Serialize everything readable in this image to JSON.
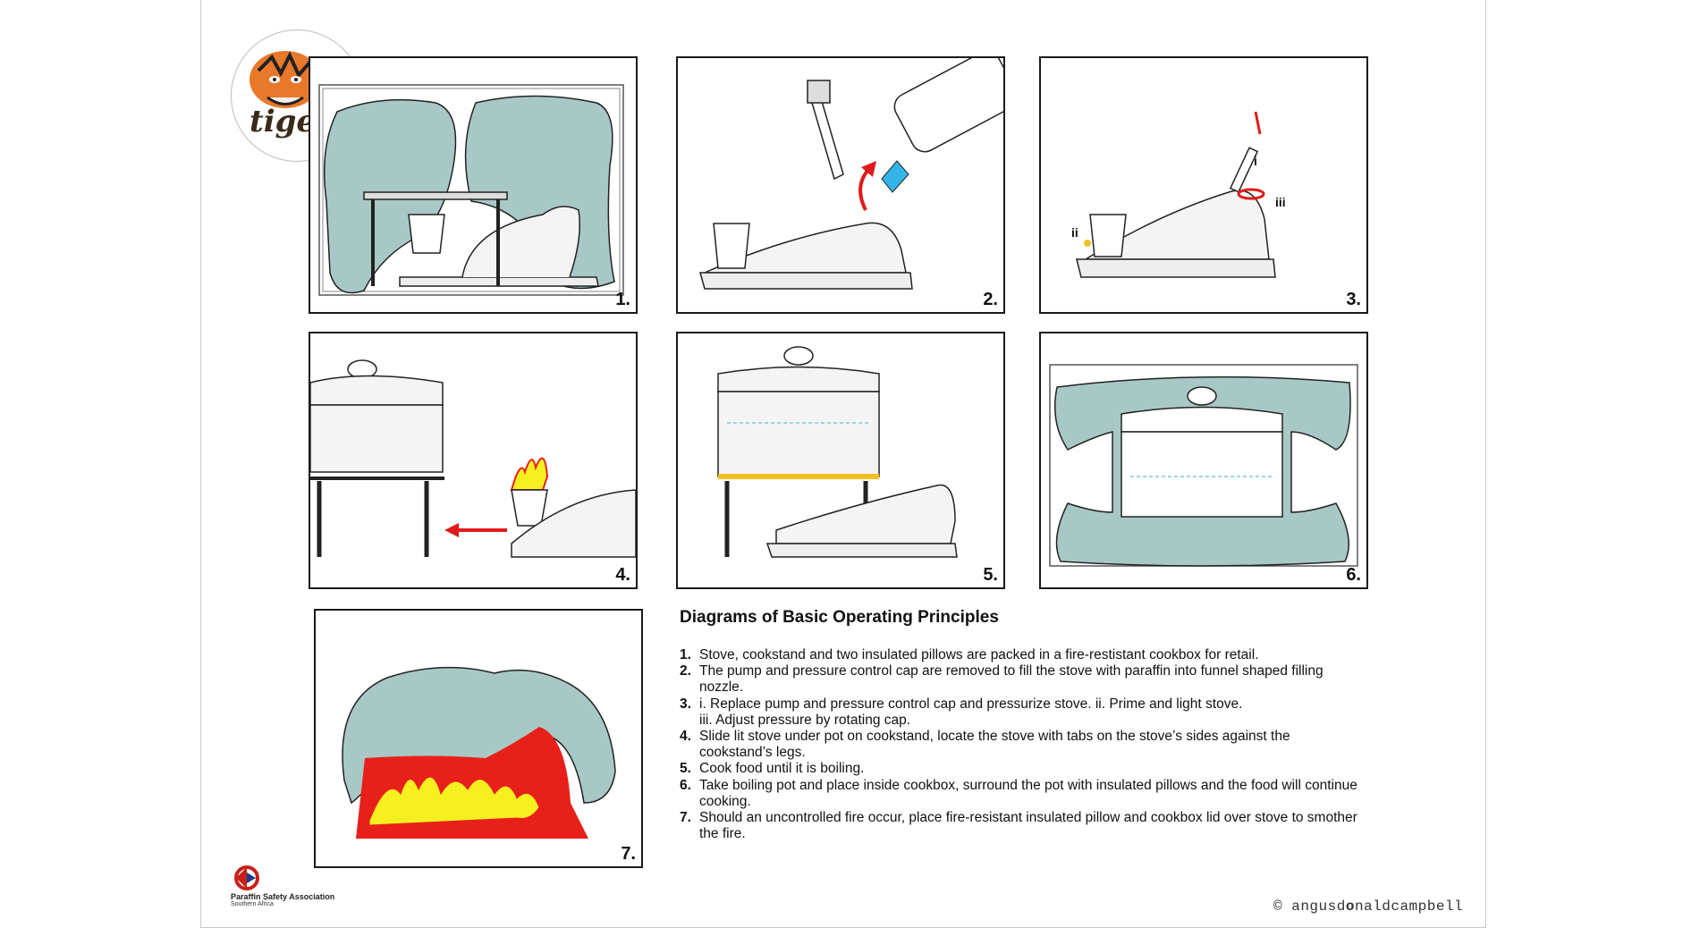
{
  "logo": {
    "text": "tiger"
  },
  "panels": [
    {
      "label": "1."
    },
    {
      "label": "2."
    },
    {
      "label": "3.",
      "markers": {
        "i": "i",
        "ii": "ii",
        "iii": "iii"
      }
    },
    {
      "label": "4."
    },
    {
      "label": "5."
    },
    {
      "label": "6."
    },
    {
      "label": "7."
    }
  ],
  "instructions": {
    "title": "Diagrams of Basic Operating Principles",
    "steps": [
      {
        "num": "1.",
        "text": "Stove, cookstand and two insulated pillows are packed in a fire-restistant cookbox for retail."
      },
      {
        "num": "2.",
        "text": "The pump and pressure control cap are removed to fill the stove with paraffin into funnel shaped filling nozzle."
      },
      {
        "num": "3.",
        "text": "i. Replace pump and pressure control cap and pressurize stove. ii. Prime and light stove.",
        "text2": "iii. Adjust pressure by rotating cap."
      },
      {
        "num": "4.",
        "text": "Slide lit stove under pot on cookstand, locate the stove with tabs on the stove’s sides against the cookstand’s legs."
      },
      {
        "num": "5.",
        "text": "Cook food until it is boiling."
      },
      {
        "num": "6.",
        "text": "Take boiling pot and place inside cookbox, surround the pot with insulated pillows and the food will continue cooking."
      },
      {
        "num": "7.",
        "text": "Should an uncontrolled fire occur, place fire-resistant insulated pillow and cookbox lid over stove to smother the fire."
      }
    ]
  },
  "footer": {
    "association": "Paraffin Safety Association",
    "region": "Southern Africa",
    "copyright_symbol": "©",
    "copyright_pre": "angusd",
    "copyright_bold": "o",
    "copyright_post": "naldcampbell"
  },
  "colors": {
    "pillow": "#a8c8c6",
    "flame_red": "#e8201a",
    "flame_yellow": "#f7f020",
    "arrow_red": "#e01b1b",
    "paraffin_blue": "#33b5e8",
    "outline": "#1a1a1a"
  }
}
